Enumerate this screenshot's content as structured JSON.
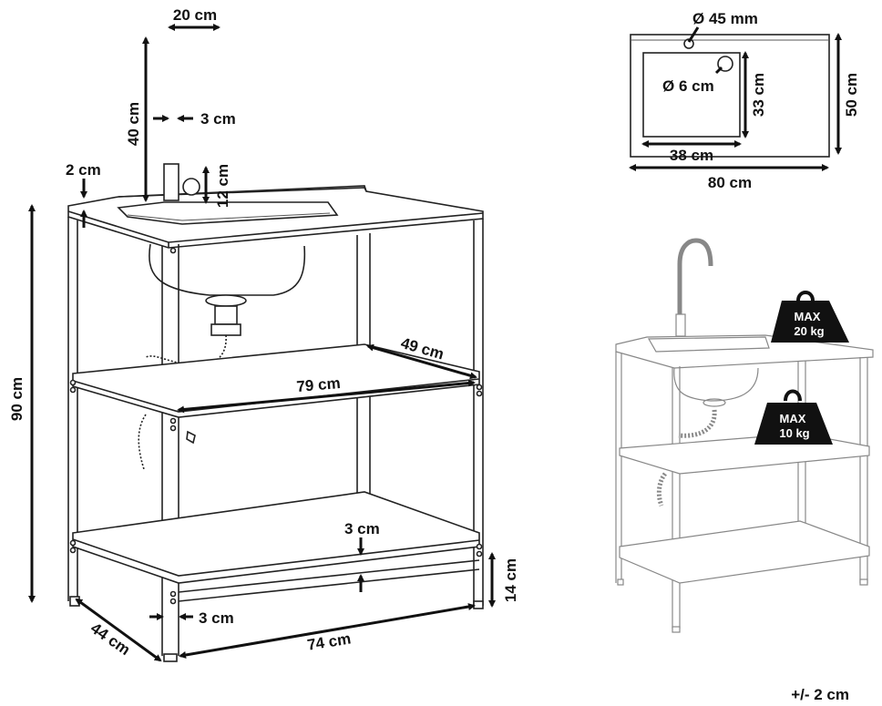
{
  "main_view": {
    "faucet_width": "20 cm",
    "faucet_height": "40 cm",
    "faucet_diameter": "3 cm",
    "sink_depth": "12 cm",
    "top_thickness": "2 cm",
    "total_height": "90 cm",
    "shelf_depth": "49 cm",
    "shelf_width": "79 cm",
    "shelf_thickness": "3 cm",
    "bottom_clearance": "14 cm",
    "side_depth": "44 cm",
    "leg_width": "3 cm",
    "base_width": "74 cm"
  },
  "top_view": {
    "faucet_hole": "Ø 45 mm",
    "drain_hole": "Ø 6 cm",
    "basin_depth": "33 cm",
    "basin_width": "38 cm",
    "top_depth": "50 cm",
    "top_width": "80 cm"
  },
  "load_view": {
    "top_weight_line1": "MAX",
    "top_weight_line2": "20 kg",
    "shelf_weight_line1": "MAX",
    "shelf_weight_line2": "10 kg"
  },
  "tolerance": "+/- 2 cm"
}
